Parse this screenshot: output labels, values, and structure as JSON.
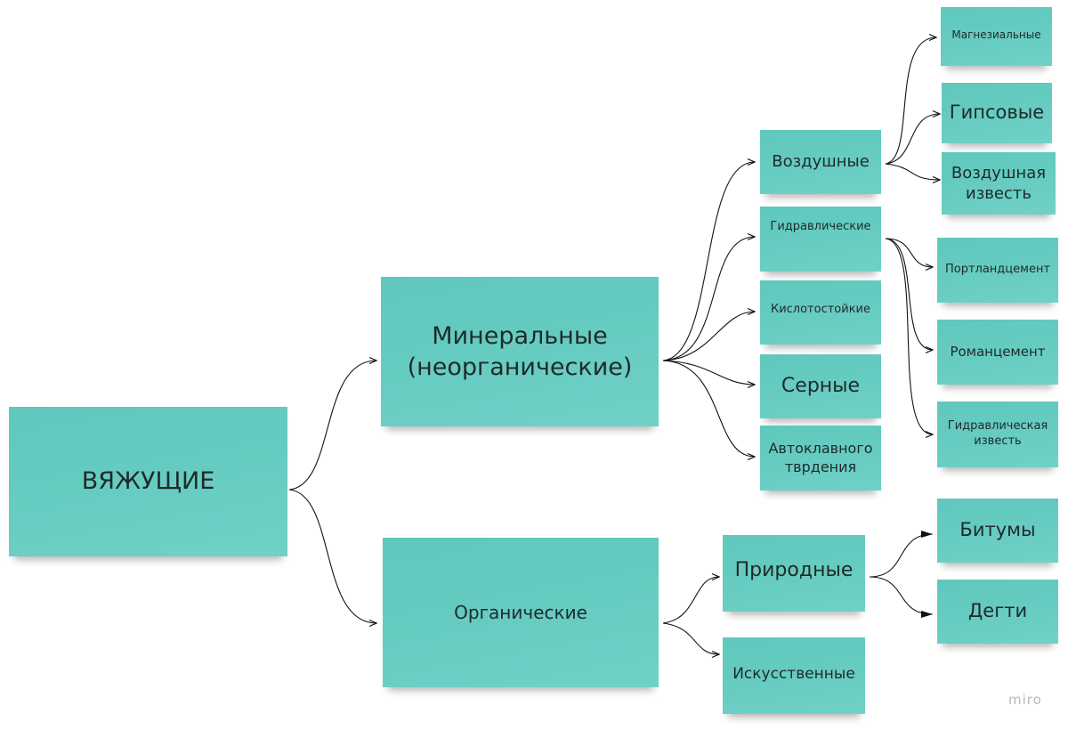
{
  "root": {
    "label": "ВЯЖУЩИЕ"
  },
  "mineral": {
    "label": "Минеральные\n(неорганические)",
    "children": {
      "air": {
        "label": "Воздушные",
        "children": [
          "Магнезиальные",
          "Гипсовые",
          "Воздушная\nизвесть"
        ]
      },
      "hydraulic": {
        "label": "Гидравлические",
        "children": [
          "Портландцемент",
          "Романцемент",
          "Гидравлическая\nизвесть"
        ]
      },
      "acid": {
        "label": "Кислотостойкие"
      },
      "sulfur": {
        "label": "Серные"
      },
      "autoclave": {
        "label": "Автоклавного\nтврдения"
      }
    }
  },
  "organic": {
    "label": "Органические",
    "children": {
      "natural": {
        "label": "Природные",
        "children": [
          "Битумы",
          "Дегти"
        ]
      },
      "artificial": {
        "label": "Искусственные"
      }
    }
  },
  "watermark": "miro",
  "colors": {
    "note": "#67ccc1",
    "line": "#111111"
  }
}
